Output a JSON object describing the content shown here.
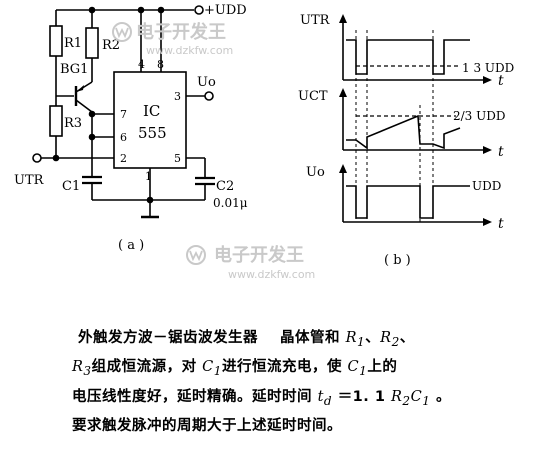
{
  "circuit": {
    "supply_label": "+UDD",
    "r1": "R1",
    "r2": "R2",
    "transistor": "BG1",
    "r3": "R3",
    "ic_name": "IC",
    "ic_number": "555",
    "pin4": "4",
    "pin8": "8",
    "pin7": "7",
    "pin6": "6",
    "pin2": "2",
    "pin3": "3",
    "pin5": "5",
    "pin1": "1",
    "output": "Uo",
    "input": "UTR",
    "c1": "C1",
    "c2": "C2",
    "c2_value": "0.01μ",
    "caption": "( a )"
  },
  "waveforms": {
    "w1_label": "UTR",
    "w1_level": "1 3 UDD",
    "w2_label": "UCT",
    "w2_level": "2/3 UDD",
    "w3_label": "Uo",
    "w3_level": "UDD",
    "t_label": "t",
    "caption": "( b )"
  },
  "watermark": {
    "brand": "电子开发王",
    "url": "www.dzkfw.com"
  },
  "description": {
    "title": "外触发方波－锯齿波发生器",
    "l1_a": "晶体管和",
    "r1": "R",
    "r1_sub": "1",
    "sep1": "、",
    "r2": "R",
    "r2_sub": "2",
    "sep2": "、",
    "r3": "R",
    "r3_sub": "3",
    "l2_a": "组成恒流源，对",
    "c1a": "C",
    "c1a_sub": "1",
    "l2_b": "进行恒流充电，使",
    "c1b": "C",
    "c1b_sub": "1",
    "l2_c": "上的",
    "l3_a": "电压线性度好，延时精确。延时时间",
    "td": "t",
    "td_sub": "d",
    "l3_eq": "＝1. 1",
    "r2b": "R",
    "r2b_sub": "2",
    "c1c": "C",
    "c1c_sub": "1",
    "l3_end": "。",
    "l4": "要求触发脉冲的周期大于上述延时时间。"
  }
}
